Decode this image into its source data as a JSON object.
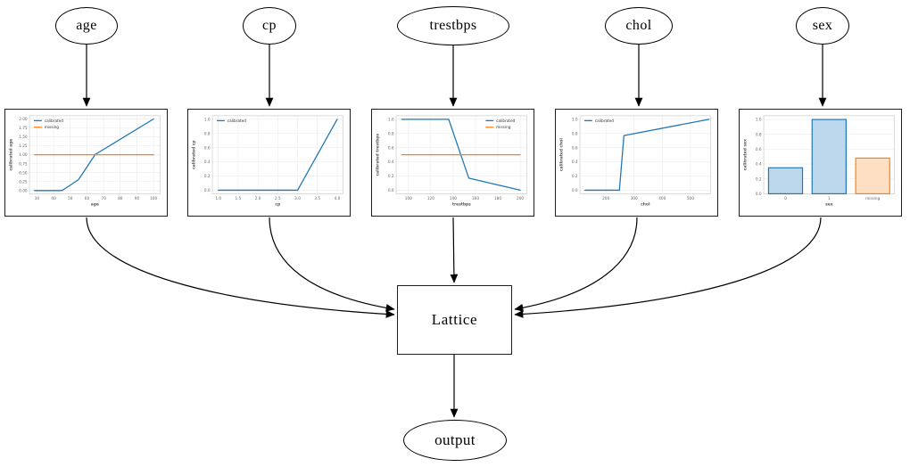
{
  "diagram": {
    "inputs": [
      {
        "label": "age"
      },
      {
        "label": "cp"
      },
      {
        "label": "trestbps"
      },
      {
        "label": "chol"
      },
      {
        "label": "sex"
      }
    ],
    "lattice_label": "Lattice",
    "output_label": "output"
  },
  "colors": {
    "calibrated_line": "#1f77b4",
    "missing_line": "#ff7f0e",
    "bar_blue_fill": "#bdd7ec",
    "bar_orange_fill": "#fde0c3",
    "edge": "#000000",
    "grid": "#e7e7e7",
    "tick_text": "#666666",
    "label_text": "#555555"
  },
  "chart_data": [
    {
      "feature": "age",
      "type": "line",
      "xlabel": "age",
      "ylabel": "calibrated age",
      "xlim": [
        25.5,
        104
      ],
      "ylim": [
        -0.09,
        2.09
      ],
      "xticks": [
        30,
        40,
        50,
        60,
        70,
        80,
        90,
        100
      ],
      "xtick_labels": [
        "30",
        "40",
        "50",
        "60",
        "70",
        "80",
        "90",
        "100"
      ],
      "yticks": [
        0,
        0.25,
        0.5,
        0.75,
        1.0,
        1.25,
        1.5,
        1.75,
        2.0
      ],
      "ytick_labels": [
        "0.00",
        "0.25",
        "0.50",
        "0.75",
        "1.00",
        "1.25",
        "1.50",
        "1.75",
        "2.00"
      ],
      "legend_pos": "top-left",
      "legend": [
        {
          "label": "calibrated",
          "color": "#1f77b4"
        },
        {
          "label": "missing",
          "color": "#ff7f0e"
        }
      ],
      "series": [
        {
          "name": "calibrated",
          "color": "#1f77b4",
          "points": [
            [
              28.5,
              0
            ],
            [
              45,
              0
            ],
            [
              50,
              0.15
            ],
            [
              55,
              0.31
            ],
            [
              65,
              1.01
            ],
            [
              100,
              2.0
            ]
          ]
        },
        {
          "name": "missing",
          "color": "#ff7f0e",
          "points": [
            [
              28.5,
              1.0
            ],
            [
              100,
              1.0
            ]
          ]
        }
      ]
    },
    {
      "feature": "cp",
      "type": "line",
      "xlabel": "cp",
      "ylabel": "calibrated cp",
      "xlim": [
        0.85,
        4.15
      ],
      "ylim": [
        -0.05,
        1.05
      ],
      "xticks": [
        1.0,
        1.5,
        2.0,
        2.5,
        3.0,
        3.5,
        4.0
      ],
      "xtick_labels": [
        "1.0",
        "1.5",
        "2.0",
        "2.5",
        "3.0",
        "3.5",
        "4.0"
      ],
      "yticks": [
        0,
        0.2,
        0.4,
        0.6,
        0.8,
        1.0
      ],
      "ytick_labels": [
        "0.0",
        "0.2",
        "0.4",
        "0.6",
        "0.8",
        "1.0"
      ],
      "legend_pos": "top-left",
      "legend": [
        {
          "label": "calibrated",
          "color": "#1f77b4"
        }
      ],
      "series": [
        {
          "name": "calibrated",
          "color": "#1f77b4",
          "points": [
            [
              1.0,
              0
            ],
            [
              3.0,
              0
            ],
            [
              4.0,
              1.0
            ]
          ]
        }
      ]
    },
    {
      "feature": "trestbps",
      "type": "line",
      "xlabel": "trestbps",
      "ylabel": "calibrated trestbps",
      "xlim": [
        89,
        206
      ],
      "ylim": [
        -0.05,
        1.05
      ],
      "xticks": [
        100,
        120,
        140,
        160,
        180,
        200
      ],
      "xtick_labels": [
        "100",
        "120",
        "140",
        "160",
        "180",
        "200"
      ],
      "yticks": [
        0,
        0.2,
        0.4,
        0.6,
        0.8,
        1.0
      ],
      "ytick_labels": [
        "0.0",
        "0.2",
        "0.4",
        "0.6",
        "0.8",
        "1.0"
      ],
      "legend_pos": "top-right",
      "legend": [
        {
          "label": "calibrated",
          "color": "#1f77b4"
        },
        {
          "label": "missing",
          "color": "#ff7f0e"
        }
      ],
      "series": [
        {
          "name": "calibrated",
          "color": "#1f77b4",
          "points": [
            [
              94,
              1.0
            ],
            [
              136,
              1.0
            ],
            [
              154,
              0.17
            ],
            [
              200,
              0.0
            ]
          ]
        },
        {
          "name": "missing",
          "color": "#ff7f0e",
          "points": [
            [
              94,
              0.5
            ],
            [
              200,
              0.5
            ]
          ]
        }
      ]
    },
    {
      "feature": "chol",
      "type": "line",
      "xlabel": "chol",
      "ylabel": "calibrated chol",
      "xlim": [
        108,
        572
      ],
      "ylim": [
        -0.05,
        1.05
      ],
      "xticks": [
        200,
        300,
        400,
        500
      ],
      "xtick_labels": [
        "200",
        "300",
        "400",
        "500"
      ],
      "yticks": [
        0,
        0.2,
        0.4,
        0.6,
        0.8,
        1.0
      ],
      "ytick_labels": [
        "0.0",
        "0.2",
        "0.4",
        "0.6",
        "0.8",
        "1.0"
      ],
      "legend_pos": "top-left",
      "legend": [
        {
          "label": "calibrated",
          "color": "#1f77b4"
        }
      ],
      "series": [
        {
          "name": "calibrated",
          "color": "#1f77b4",
          "points": [
            [
              126,
              0
            ],
            [
              248,
              0
            ],
            [
              264,
              0.77
            ],
            [
              566,
              1.0
            ]
          ]
        }
      ]
    },
    {
      "feature": "sex",
      "type": "bar",
      "xlabel": "sex",
      "ylabel": "calibrated sex",
      "ylim": [
        0,
        1.05
      ],
      "yticks": [
        0,
        0.2,
        0.4,
        0.6,
        0.8,
        1.0
      ],
      "ytick_labels": [
        "0.0",
        "0.2",
        "0.4",
        "0.6",
        "0.8",
        "1.0"
      ],
      "categories": [
        "0",
        "1",
        "missing"
      ],
      "values": [
        0.35,
        1.0,
        0.48
      ],
      "bar_fills": [
        "#bdd7ec",
        "#bdd7ec",
        "#fde0c3"
      ],
      "bar_edges": [
        "#1f77b4",
        "#1f77b4",
        "#ff7f0e"
      ],
      "legend": []
    }
  ]
}
